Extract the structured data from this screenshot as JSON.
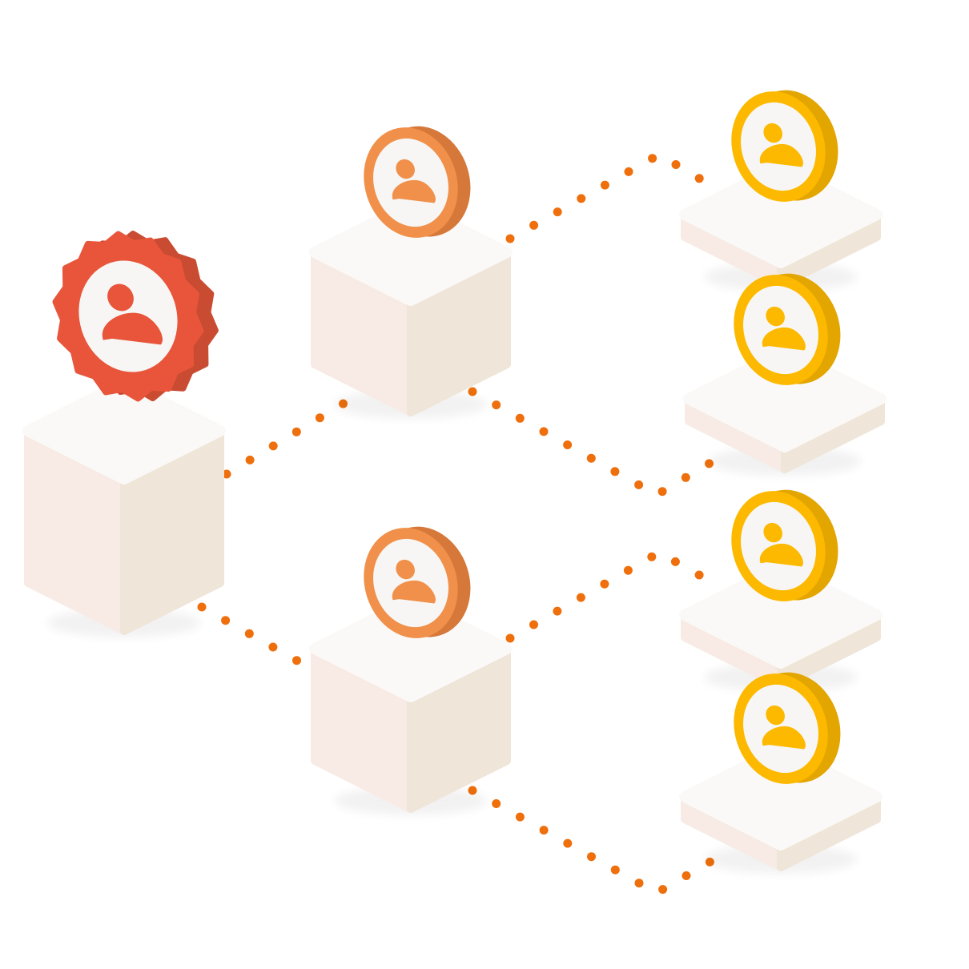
{
  "diagram": {
    "colors": {
      "connector": "#ee6f0c",
      "root": "#e8553a",
      "root_side": "#c94b32",
      "middle": "#f0904a",
      "middle_side": "#d5783a",
      "leaf": "#fcb900",
      "leaf_side": "#e3a500",
      "icon_inner": "#f7f6f4",
      "pedestal_top": "#fbf9f7",
      "pedestal_left": "#f8ebe6",
      "pedestal_right": "#efe5d9"
    },
    "nodes": [
      {
        "id": "root",
        "level": "root",
        "icon": "user-badge-icon"
      },
      {
        "id": "mid-1",
        "level": "middle",
        "icon": "user-icon"
      },
      {
        "id": "mid-2",
        "level": "middle",
        "icon": "user-icon"
      },
      {
        "id": "leaf-1",
        "level": "leaf",
        "icon": "user-icon"
      },
      {
        "id": "leaf-2",
        "level": "leaf",
        "icon": "user-icon"
      },
      {
        "id": "leaf-3",
        "level": "leaf",
        "icon": "user-icon"
      },
      {
        "id": "leaf-4",
        "level": "leaf",
        "icon": "user-icon"
      }
    ],
    "edges": [
      {
        "from": "root",
        "to": "mid-1",
        "style": "dotted"
      },
      {
        "from": "root",
        "to": "mid-2",
        "style": "dotted"
      },
      {
        "from": "mid-1",
        "to": "leaf-1",
        "style": "dotted"
      },
      {
        "from": "mid-1",
        "to": "leaf-2",
        "style": "dotted"
      },
      {
        "from": "mid-2",
        "to": "leaf-3",
        "style": "dotted"
      },
      {
        "from": "mid-2",
        "to": "leaf-4",
        "style": "dotted"
      }
    ]
  }
}
